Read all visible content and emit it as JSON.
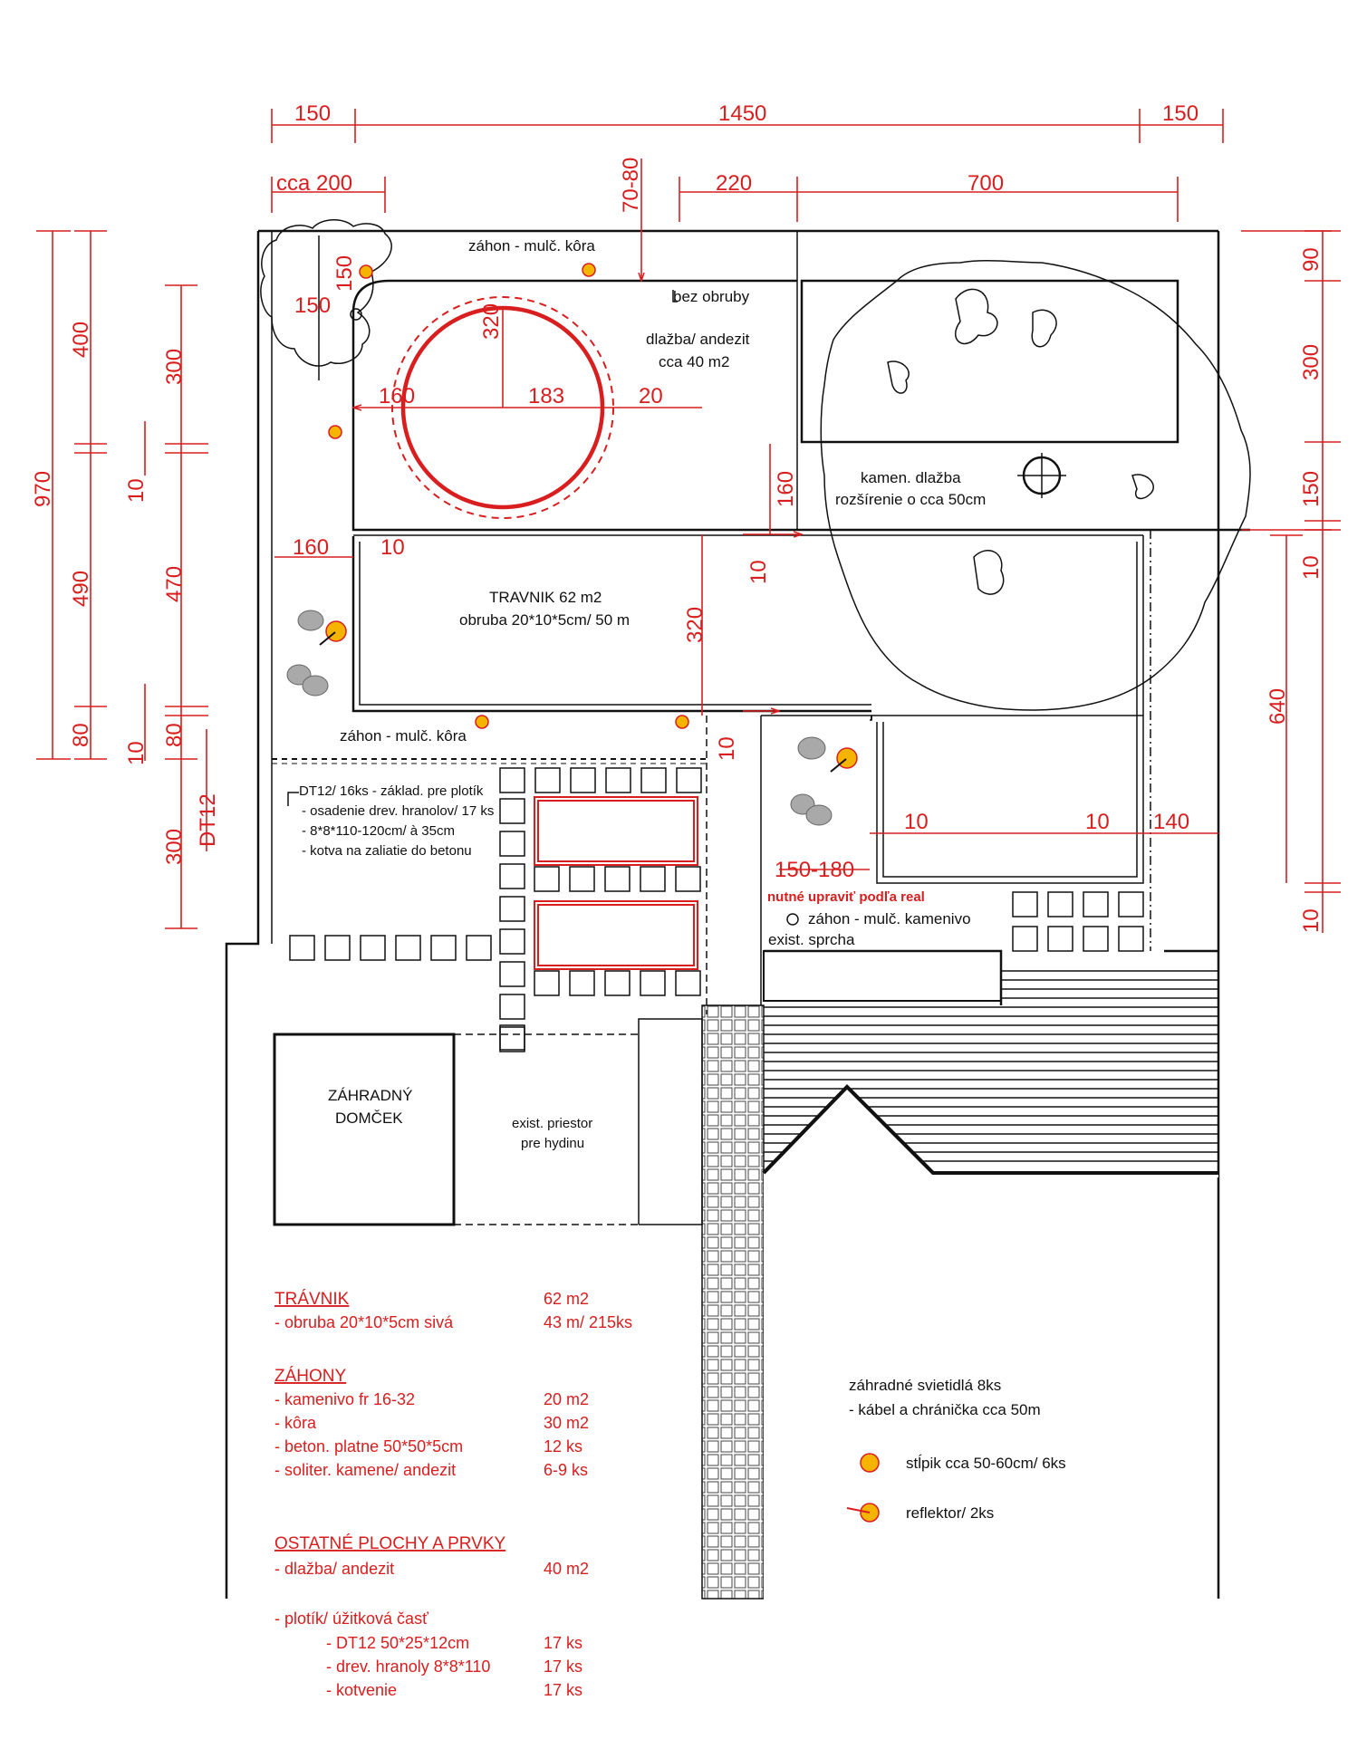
{
  "dimensions": {
    "top_150_left": "150",
    "top_1450": "1450",
    "top_150_right": "150",
    "cca_200": "cca 200",
    "d_70_80": "70-80",
    "d_220": "220",
    "d_700": "700",
    "d_970": "970",
    "d_400": "400",
    "d_300_left": "300",
    "d_10_a": "10",
    "d_490": "490",
    "d_470": "470",
    "d_80_a": "80",
    "d_10_b": "10",
    "d_80_b": "80",
    "d_300_bottom": "300",
    "d_dt12": "DT12",
    "d_150_tree": "150",
    "d_150_tree_v": "150",
    "d_320_circle": "320",
    "d_160_circle": "160",
    "d_183": "183",
    "d_20": "20",
    "d_160_side": "160",
    "d_10_side": "10",
    "d_320_lawn": "320",
    "d_160_mid": "160",
    "d_10_mid": "10",
    "d_10_lawn_bottom": "10",
    "d_90": "90",
    "d_300_right": "300",
    "d_150_right": "150",
    "d_10_right": "10",
    "d_640": "640",
    "d_10_right_bottom": "10",
    "d_10_inner_a": "10",
    "d_10_inner_b": "10",
    "d_140": "140",
    "d_150_180": "150-180"
  },
  "labels": {
    "zahon_kora_top": "záhon - mulč. kôra",
    "bez_obruby": "bez obruby",
    "dlazba": "dlažba/ andezit",
    "dlazba_area": "cca 40 m2",
    "kamen_dlazba": "kamen. dlažba",
    "rozsirenie": "rozšírenie o cca 50cm",
    "travnik": "TRAVNIK 62 m2",
    "obruba": "obruba 20*10*5cm/ 50 m",
    "zahon_kora_mid": "záhon - mulč. kôra",
    "dt12_title": "DT12/ 16ks - základ. pre plotík",
    "dt12_l1": "- osadenie drev. hranolov/ 17 ks",
    "dt12_l2": "- 8*8*110-120cm/ à 35cm",
    "dt12_l3": "- kotva na zaliatie do betonu",
    "nutne": "nutné upraviť podľa real",
    "zahon_kamenivo": "záhon - mulč. kamenivo",
    "sprcha": "exist. sprcha",
    "domcek_1": "ZÁHRADNÝ",
    "domcek_2": "DOMČEK",
    "priestor_1": "exist. priestor",
    "priestor_2": "pre hydinu"
  },
  "legend": {
    "travnik_head": "TRÁVNIK",
    "travnik_val": "62 m2",
    "obruba_label": "- obruba 20*10*5cm sivá",
    "obruba_val": "43 m/ 215ks",
    "zahony_head": "ZÁHONY",
    "zahony_rows": [
      {
        "label": "- kamenivo fr 16-32",
        "value": "20 m2"
      },
      {
        "label": "- kôra",
        "value": "30 m2"
      },
      {
        "label": "- beton. platne 50*50*5cm",
        "value": "12 ks"
      },
      {
        "label": "- soliter. kamene/ andezit",
        "value": "6-9 ks"
      }
    ],
    "ostatne_head": "OSTATNÉ PLOCHY A PRVKY",
    "dlazba_label": "- dlažba/ andezit",
    "dlazba_val": "40 m2",
    "plotik_label": "- plotík/ úžitková časť",
    "plotik_rows": [
      {
        "label": "- DT12 50*25*12cm",
        "value": "17 ks"
      },
      {
        "label": "- drev. hranoly 8*8*110",
        "value": "17 ks"
      },
      {
        "label": "- kotvenie",
        "value": "17 ks"
      }
    ],
    "svietidla": "záhradné svietidlá 8ks",
    "kabel": "- kábel a chránička cca 50m",
    "stlpik": "stĺpik cca 50-60cm/ 6ks",
    "reflektor": "reflektor/ 2ks"
  },
  "colors": {
    "dimension": "#d81e1e",
    "line": "#111111",
    "lamp_fill": "#f5b400",
    "stone": "#a9a9a9"
  }
}
